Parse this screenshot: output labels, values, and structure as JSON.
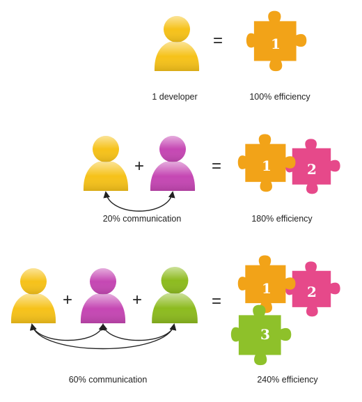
{
  "rows": [
    {
      "people_label": "1 developer",
      "efficiency_label": "100% efficiency",
      "equals": "=",
      "pieces": [
        "1"
      ]
    },
    {
      "people_label": "20% communication",
      "efficiency_label": "180% efficiency",
      "plus": "+",
      "equals": "=",
      "pieces": [
        "1",
        "2"
      ]
    },
    {
      "people_label": "60% communication",
      "efficiency_label": "240% efficiency",
      "plus": "+",
      "equals": "=",
      "pieces": [
        "1",
        "2",
        "3"
      ]
    }
  ],
  "colors": {
    "yellow": "#f6c21a",
    "purple": "#c547b3",
    "green": "#8dbb1f",
    "orange": "#f2a318",
    "pink": "#e6498a",
    "lime": "#8ec12a"
  },
  "icons": [
    "person-icon",
    "puzzle-piece-icon"
  ]
}
